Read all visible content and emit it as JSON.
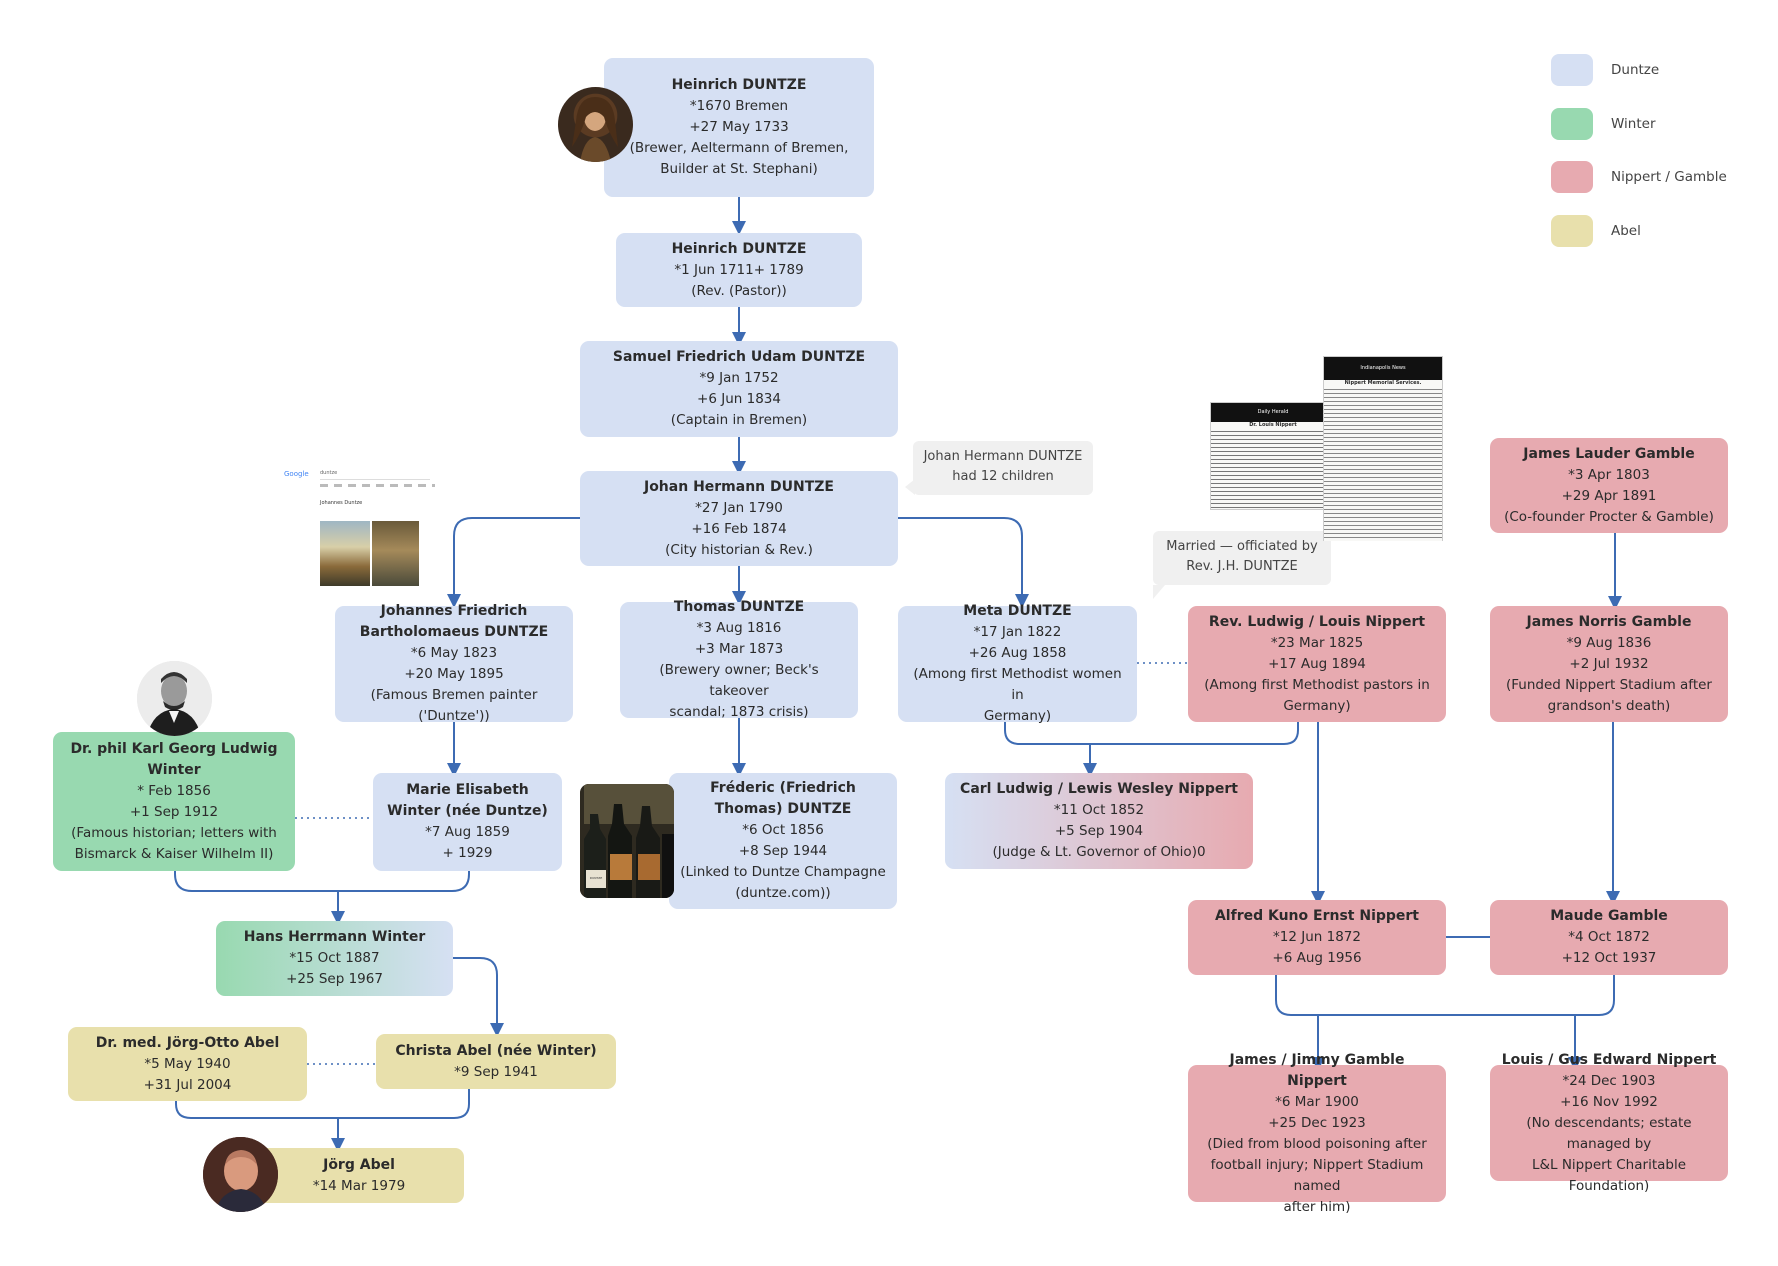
{
  "legend": [
    {
      "label": "Duntze",
      "color": "#d6e0f3"
    },
    {
      "label": "Winter",
      "color": "#98d9b0"
    },
    {
      "label": "Nippert / Gamble",
      "color": "#e7aab0"
    },
    {
      "label": "Abel",
      "color": "#e8e0ac"
    }
  ],
  "people": {
    "heinrich1": {
      "name": "Heinrich DUNTZE",
      "lines": [
        "*1670 Bremen",
        "+27 May 1733",
        "(Brewer, Aeltermann of Bremen,",
        "Builder at St. Stephani)"
      ]
    },
    "heinrich2": {
      "name": "Heinrich DUNTZE",
      "lines": [
        "*1 Jun 1711+ 1789",
        "(Rev. (Pastor))"
      ]
    },
    "samuel": {
      "name": "Samuel Friedrich Udam DUNTZE",
      "lines": [
        "*9 Jan 1752",
        "+6 Jun 1834",
        "(Captain in Bremen)"
      ]
    },
    "johan": {
      "name": "Johan Hermann DUNTZE",
      "lines": [
        "*27 Jan 1790",
        "+16 Feb 1874",
        "(City historian & Rev.)"
      ]
    },
    "johannes": {
      "name": "Johannes Friedrich Bartholomaeus DUNTZE",
      "lines": [
        "*6 May 1823",
        "+20 May 1895",
        "(Famous Bremen painter ('Duntze'))"
      ]
    },
    "thomas": {
      "name": "Thomas DUNTZE",
      "lines": [
        "*3 Aug 1816",
        "+3 Mar 1873",
        "(Brewery owner; Beck's takeover",
        "scandal; 1873 crisis)"
      ]
    },
    "meta": {
      "name": "Meta DUNTZE",
      "lines": [
        "*17 Jan 1822",
        "+26 Aug 1858",
        "(Among first Methodist women in",
        "Germany)"
      ]
    },
    "ludwig": {
      "name": "Rev. Ludwig / Louis Nippert",
      "lines": [
        "*23 Mar 1825",
        "+17 Aug 1894",
        "(Among first Methodist pastors in",
        "Germany)"
      ]
    },
    "jlgamble": {
      "name": "James Lauder Gamble",
      "lines": [
        "*3 Apr 1803",
        "+29 Apr 1891",
        "(Co-founder Procter & Gamble)"
      ]
    },
    "jngamble": {
      "name": "James Norris Gamble",
      "lines": [
        "*9 Aug 1836",
        "+2 Jul 1932",
        "(Funded Nippert Stadium after",
        "grandson's death)"
      ]
    },
    "karl": {
      "name": "Dr. phil Karl Georg Ludwig Winter",
      "lines": [
        "* Feb 1856",
        "+1 Sep 1912",
        "(Famous historian; letters with",
        "Bismarck & Kaiser Wilhelm II)"
      ]
    },
    "marie": {
      "name": "Marie Elisabeth Winter (née Duntze)",
      "lines": [
        "*7 Aug 1859",
        "+ 1929"
      ]
    },
    "frederic": {
      "name": "Fréderic (Friedrich Thomas) DUNTZE",
      "lines": [
        "*6 Oct 1856",
        "+8 Sep 1944",
        "(Linked to Duntze Champagne",
        "(duntze.com))"
      ]
    },
    "carl": {
      "name": "Carl Ludwig / Lewis Wesley Nippert",
      "lines": [
        "*11 Oct 1852",
        "+5 Sep 1904",
        "(Judge & Lt. Governor of Ohio)0"
      ]
    },
    "hans": {
      "name": "Hans Herrmann Winter",
      "lines": [
        "*15 Oct 1887",
        "+25 Sep 1967"
      ]
    },
    "alfred": {
      "name": "Alfred Kuno Ernst Nippert",
      "lines": [
        "*12 Jun 1872",
        "+6 Aug 1956"
      ]
    },
    "maude": {
      "name": "Maude Gamble",
      "lines": [
        "*4 Oct 1872",
        "+12 Oct 1937"
      ]
    },
    "joerg_otto": {
      "name": "Dr. med. Jörg-Otto Abel",
      "lines": [
        "*5 May 1940",
        "+31 Jul 2004"
      ]
    },
    "christa": {
      "name": "Christa Abel (née Winter)",
      "lines": [
        "*9 Sep 1941"
      ]
    },
    "joerg": {
      "name": "Jörg Abel",
      "lines": [
        "*14 Mar 1979"
      ]
    },
    "jimmy": {
      "name": "James / Jimmy Gamble Nippert",
      "lines": [
        "*6 Mar 1900",
        "+25 Dec 1923",
        "(Died from blood poisoning after",
        "football injury; Nippert Stadium named",
        "after him)"
      ]
    },
    "louis": {
      "name": "Louis / Gus Edward Nippert",
      "lines": [
        "*24 Dec 1903",
        "+16 Nov 1992",
        "(No descendants; estate managed by",
        "L&L Nippert Charitable Foundation)"
      ]
    }
  },
  "notes": {
    "children": [
      "Johan Hermann DUNTZE",
      "had 12 children"
    ],
    "married": [
      "Married — officiated by",
      "Rev. J.H. DUNTZE"
    ]
  },
  "images": {
    "search_brand": "Google",
    "search_query": "duntze",
    "search_result_title": "Johannes Duntze",
    "news_header_1": "Indianapolis News",
    "news_headline_1": "Nippert Memorial Services.",
    "news_header_2": "Daily Herald",
    "news_headline_2": "Dr. Louis Nippert",
    "champagne_label": "DUNTZE"
  }
}
